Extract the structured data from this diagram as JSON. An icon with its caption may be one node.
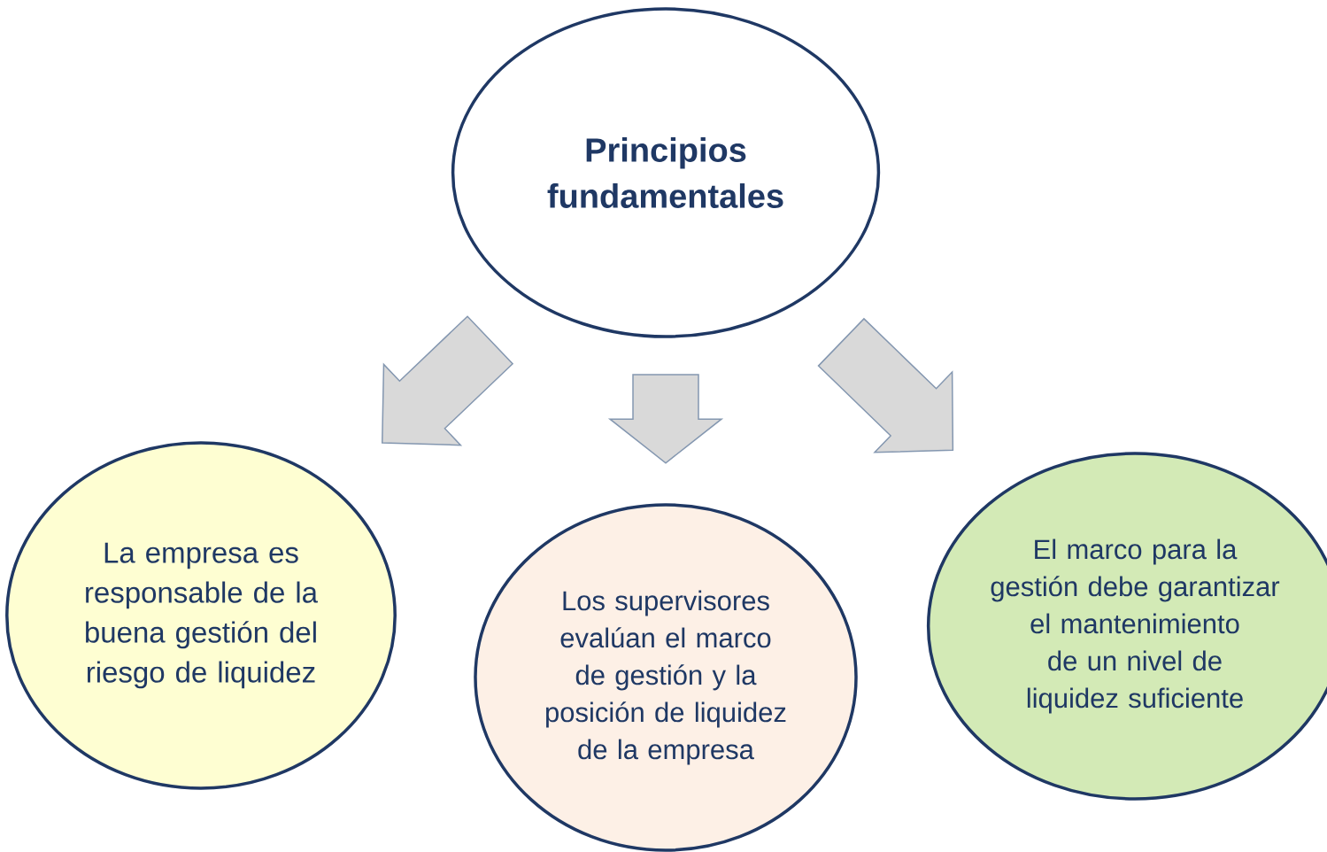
{
  "diagram": {
    "nodes": [
      {
        "text": [
          "Principios fundamentales"
        ]
      },
      {
        "text": [
          "La empresa es responsable de la buena gestión del riesgo de liquidez"
        ]
      },
      {
        "text": [
          "Los supervisores evalúan el marco de gestión y la posición de liquidez de la empresa"
        ]
      },
      {
        "text": [
          "El marco para la gestión debe garantizar el mantenimiento de un nivel de liquidez suficiente"
        ]
      }
    ],
    "edges": [
      {
        "from": 0,
        "to": 1,
        "arrow": "to"
      },
      {
        "from": 0,
        "to": 2,
        "arrow": "to"
      },
      {
        "from": 0,
        "to": 3,
        "arrow": "to"
      }
    ]
  }
}
